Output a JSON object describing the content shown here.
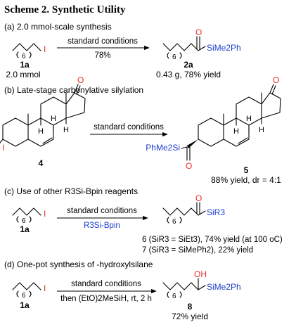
{
  "scheme": {
    "title": "Scheme 2. Synthetic Utility",
    "iodine": "I",
    "subscript_six": "6",
    "oxygen": "O",
    "oh": "OH",
    "hydrogen": "H",
    "sections": [
      {
        "label": "(a) 2.0 mmol-scale synthesis",
        "conditions": "standard conditions",
        "below_arrow": "78%",
        "start_code": "1a",
        "start_amount": "2.0 mmol",
        "silyl": "SiMe2Ph",
        "product_code": "2a",
        "product_result": "0.43 g, 78% yield"
      },
      {
        "label": "(b) Late-stage carbonylative silylation",
        "conditions": "standard conditions",
        "start_code": "4",
        "silyl": "PhMe2Si",
        "product_code": "5",
        "product_result": "88% yield, dr = 4:1"
      },
      {
        "label": "(c) Use of other R3Si-Bpin reagents",
        "conditions": "standard conditions",
        "below_arrow": "R3Si-Bpin",
        "start_code": "1a",
        "silyl": "SiR3",
        "result_6": "6 (SiR3 = SiEt3), 74% yield (at 100 oC)",
        "result_7": "7 (SiR3 = SiMePh2), 22% yield"
      },
      {
        "label": "(d) One-pot synthesis of -hydroxylsilane",
        "conditions": "standard conditions",
        "below_arrow": "then (EtO)2MeSiH, rt, 2 h",
        "start_code": "1a",
        "silyl": "SiMe2Ph",
        "product_code": "8",
        "product_result": "72% yield"
      }
    ]
  }
}
